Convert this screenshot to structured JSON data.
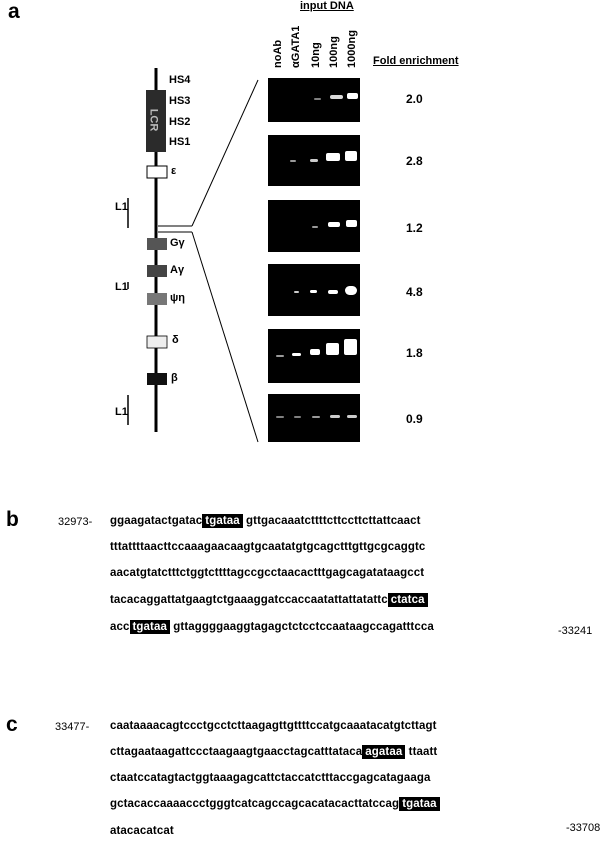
{
  "panel_a": {
    "letter": "a",
    "header": "input DNA",
    "lanes": [
      "noAb",
      "αGATA1",
      "10ng",
      "100ng",
      "1000ng"
    ],
    "fold_header": "Fold enrichment",
    "fold_values": [
      "2.0",
      "2.8",
      "1.2",
      "4.8",
      "1.8",
      "0.9"
    ],
    "locus": {
      "lcr": "LCR",
      "hs": [
        "HS4",
        "HS3",
        "HS2",
        "HS1"
      ],
      "genes": [
        "ε",
        "Gγ",
        "Aγ",
        "ψη",
        "δ",
        "β"
      ],
      "l1": [
        "L1",
        "L1",
        "L1"
      ]
    }
  },
  "panel_b": {
    "letter": "b",
    "start": "32973-",
    "end": "-33241",
    "lines": [
      [
        {
          "t": "ggaagatactgatac"
        },
        {
          "t": "tgataa",
          "hl": true
        },
        {
          "t": " gttgacaaatcttttcttccttcttattcaact"
        }
      ],
      [
        {
          "t": "tttattttaacttccaaagaacaagtgcaatatgtgcagctttgttgcgcaggtc"
        }
      ],
      [
        {
          "t": "aacatgtatctttctggtcttttagccgcctaacactttgagcagatataagcct"
        }
      ],
      [
        {
          "t": "tacacaggattatgaagtctgaaaggatccaccaatattattatattc"
        },
        {
          "t": "ctatca",
          "hl": true
        }
      ],
      [
        {
          "t": "acc"
        },
        {
          "t": "tgataa",
          "hl": true
        },
        {
          "t": " gttaggggaaggtagagctctcctccaataagccagatttcca"
        }
      ]
    ]
  },
  "panel_c": {
    "letter": "c",
    "start": "33477-",
    "end": "-33708",
    "lines": [
      [
        {
          "t": "caataaaacagtccctgcctcttaagagttgttttccatgcaaatacatgtcttagt"
        }
      ],
      [
        {
          "t": "cttagaataagattccctaagaagtgaacctagcatttataca"
        },
        {
          "t": "agataa",
          "hl": true
        },
        {
          "t": " ttaatt"
        }
      ],
      [
        {
          "t": "ctaatccatagtactggtaaagagcattctaccatctttaccgagcatagaaga"
        }
      ],
      [
        {
          "t": "gctacaccaaaaccctgggtcatcagccagcacatacacttatccag"
        },
        {
          "t": "tgataa",
          "hl": true
        }
      ],
      [
        {
          "t": "atacacatcat"
        }
      ]
    ]
  }
}
